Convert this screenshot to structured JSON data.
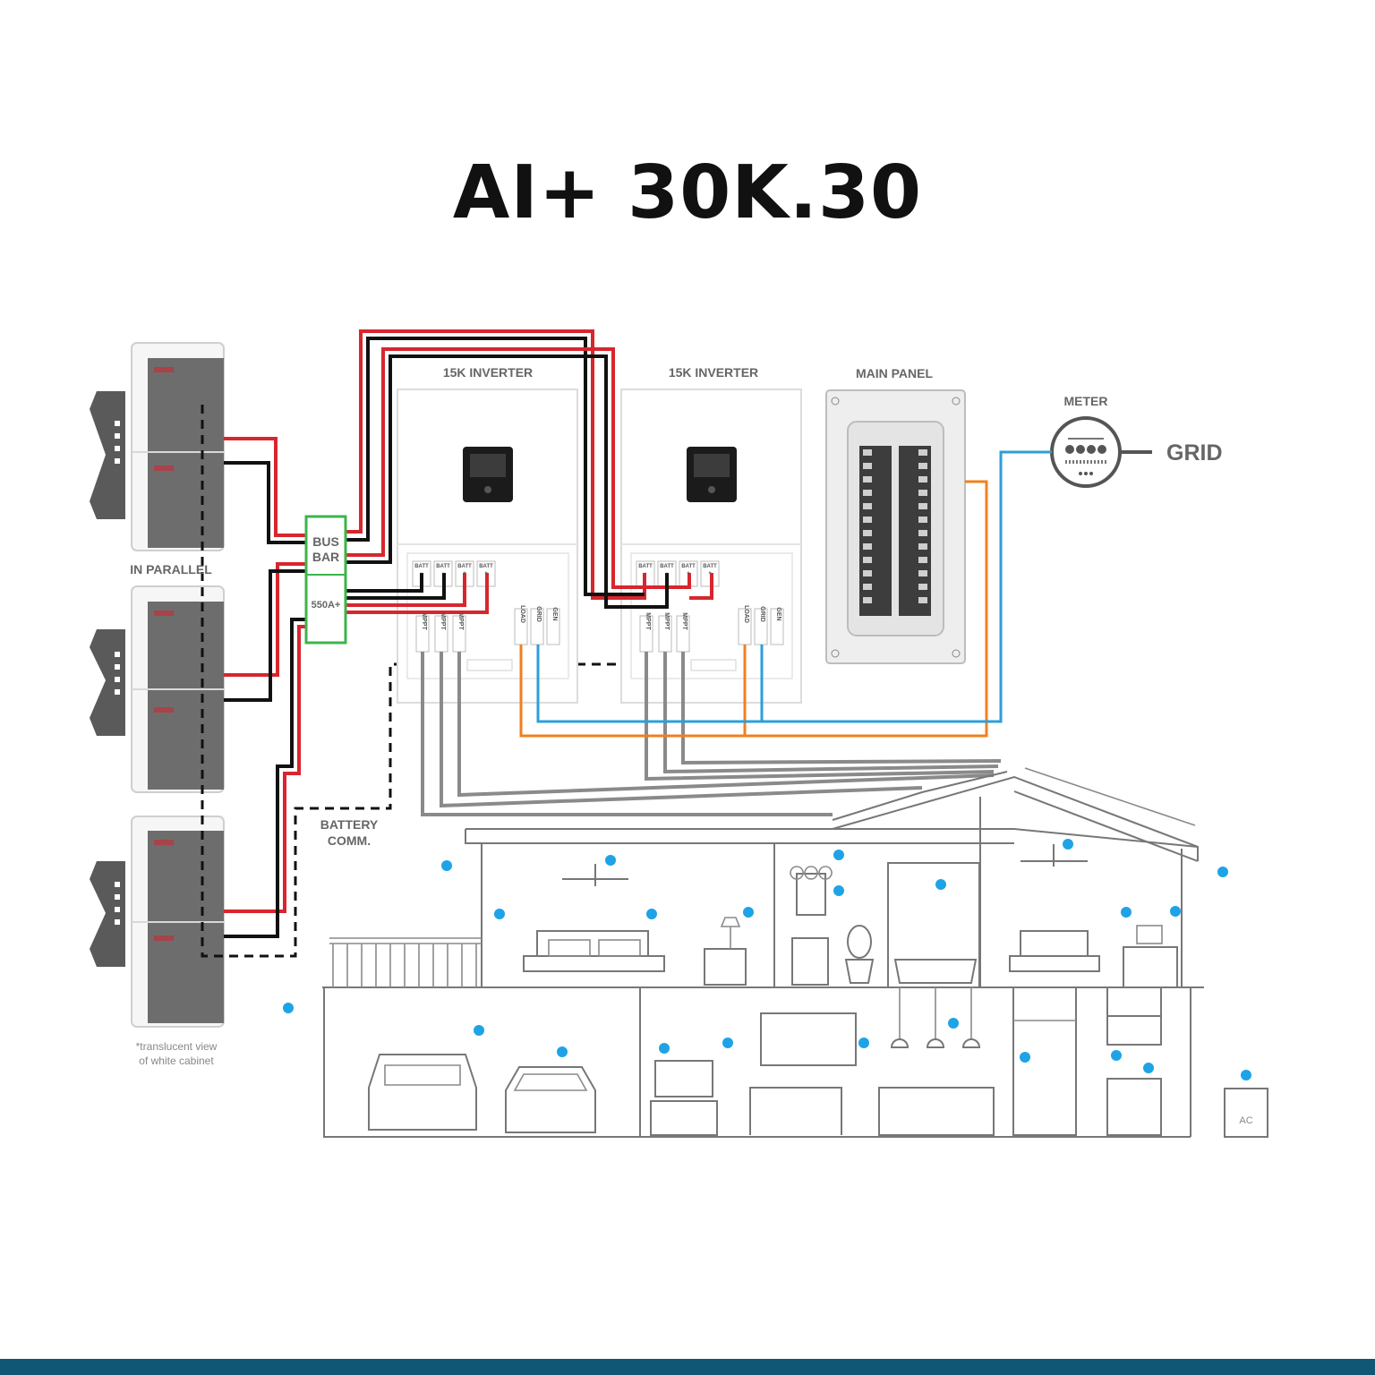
{
  "title": "AI+ 30K.30",
  "labels": {
    "inverter_1": "15K INVERTER",
    "inverter_2": "15K INVERTER",
    "main_panel": "MAIN PANEL",
    "meter": "METER",
    "grid": "GRID",
    "in_parallel": "IN PARALLEL",
    "bus_bar_1": "BUS",
    "bus_bar_2": "BAR",
    "bus_rating": "550A+",
    "battery_comm_1": "BATTERY",
    "battery_comm_2": "COMM.",
    "translucent_1": "*translucent view",
    "translucent_2": "of white cabinet",
    "ac_unit": "AC"
  },
  "terminals": {
    "batt": "BATT",
    "minus": "-",
    "plus": "+",
    "mppt": "MPPT",
    "load": "LOAD",
    "grid": "GRID",
    "gen": "GEN"
  },
  "colors": {
    "positive_wire": "#d7262e",
    "negative_wire": "#111111",
    "load_wire": "#f0801f",
    "grid_wire": "#2c9fdb",
    "pv_wire": "#8a8a8a",
    "bus_bar": "#3cb54a",
    "device_dot": "#1ea3e6",
    "bottom_bar": "#0f5774"
  }
}
